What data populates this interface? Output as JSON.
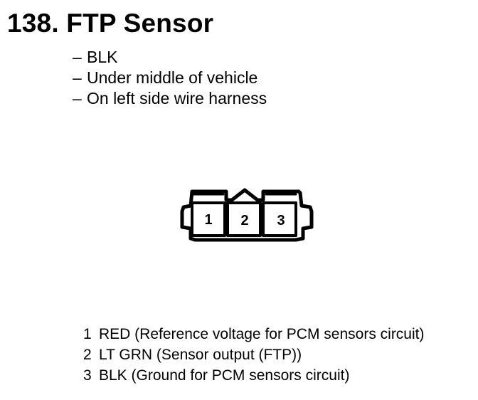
{
  "title": "138. FTP Sensor",
  "info": [
    {
      "dash": "–",
      "text": "BLK"
    },
    {
      "dash": "–",
      "text": "Under middle of vehicle"
    },
    {
      "dash": "–",
      "text": "On left side wire harness"
    }
  ],
  "connector": {
    "pins": [
      "1",
      "2",
      "3"
    ]
  },
  "pinout": [
    {
      "num": "1",
      "text": "RED (Reference voltage for PCM sensors circuit)"
    },
    {
      "num": "2",
      "text": "LT GRN (Sensor output (FTP))"
    },
    {
      "num": "3",
      "text": "BLK (Ground for PCM sensors circuit)"
    }
  ]
}
